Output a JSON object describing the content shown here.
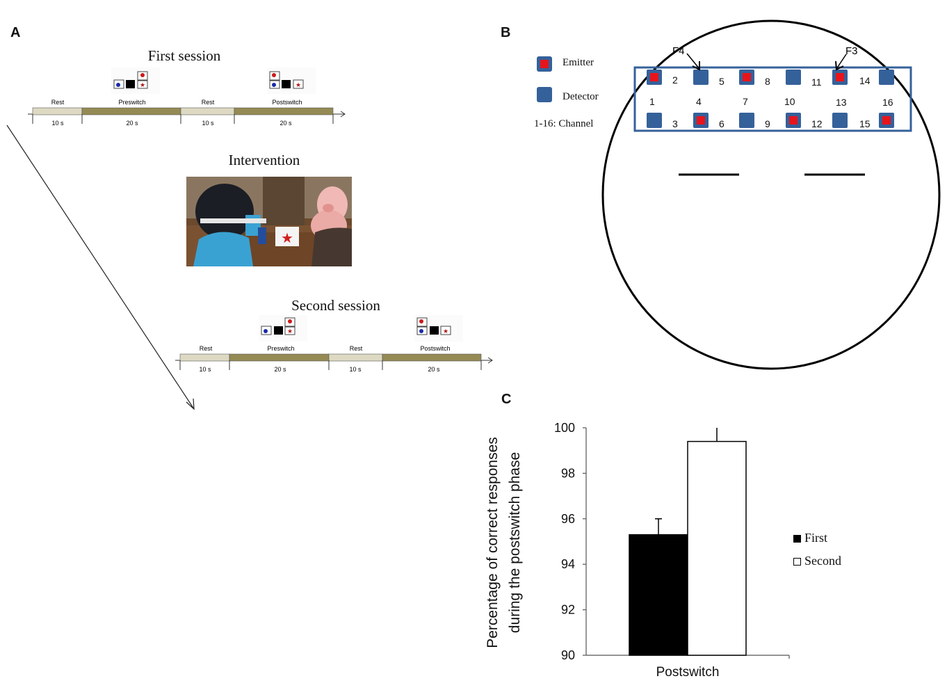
{
  "panels": {
    "a": {
      "letter": "A",
      "first_session": {
        "title": "First session",
        "phases": [
          {
            "label": "Rest",
            "duration": "10 s",
            "kind": "rest"
          },
          {
            "label": "Preswitch",
            "duration": "20 s",
            "kind": "task"
          },
          {
            "label": "Rest",
            "duration": "10 s",
            "kind": "rest"
          },
          {
            "label": "Postswitch",
            "duration": "20 s",
            "kind": "task"
          }
        ]
      },
      "intervention": {
        "title": "Intervention"
      },
      "second_session": {
        "title": "Second session",
        "phases": [
          {
            "label": "Rest",
            "duration": "10 s",
            "kind": "rest"
          },
          {
            "label": "Preswitch",
            "duration": "20 s",
            "kind": "task"
          },
          {
            "label": "Rest",
            "duration": "10 s",
            "kind": "rest"
          },
          {
            "label": "Postswitch",
            "duration": "20 s",
            "kind": "task"
          }
        ]
      }
    },
    "b": {
      "letter": "B",
      "legend": {
        "emitter": "Emitter",
        "detector": "Detector",
        "channel": "1-16: Channel"
      },
      "landmarks": {
        "left": "F4",
        "right": "F3"
      },
      "top_row_channels": [
        "2",
        "5",
        "8",
        "11",
        "14"
      ],
      "middle_row_channels": [
        "1",
        "4",
        "7",
        "10",
        "13",
        "16"
      ],
      "bottom_row_channels": [
        "3",
        "6",
        "9",
        "12",
        "15"
      ],
      "top_row_probes": [
        "emitter",
        "detector",
        "emitter",
        "detector",
        "emitter",
        "detector"
      ],
      "bottom_row_probes": [
        "detector",
        "emitter",
        "detector",
        "emitter",
        "detector",
        "emitter"
      ],
      "colors": {
        "emitter": "#e8141b",
        "detector": "#35619a",
        "frame": "#35619a"
      }
    },
    "c": {
      "letter": "C",
      "legend": {
        "first": "First",
        "second": "Second"
      }
    }
  },
  "chart_data": {
    "type": "bar",
    "categories": [
      "Postswitch"
    ],
    "series": [
      {
        "name": "First",
        "values": [
          95.3
        ],
        "error": [
          0.7
        ],
        "color": "#000000"
      },
      {
        "name": "Second",
        "values": [
          99.4
        ],
        "error": [
          0.6
        ],
        "color": "#ffffff"
      }
    ],
    "ylabel_lines": [
      "Percentage of correct responses",
      "during the postswitch phase"
    ],
    "xlabel": "",
    "ylim": [
      90,
      100
    ],
    "yticks": [
      90,
      92,
      94,
      96,
      98,
      100
    ],
    "legend_position": "right",
    "grid": false
  }
}
